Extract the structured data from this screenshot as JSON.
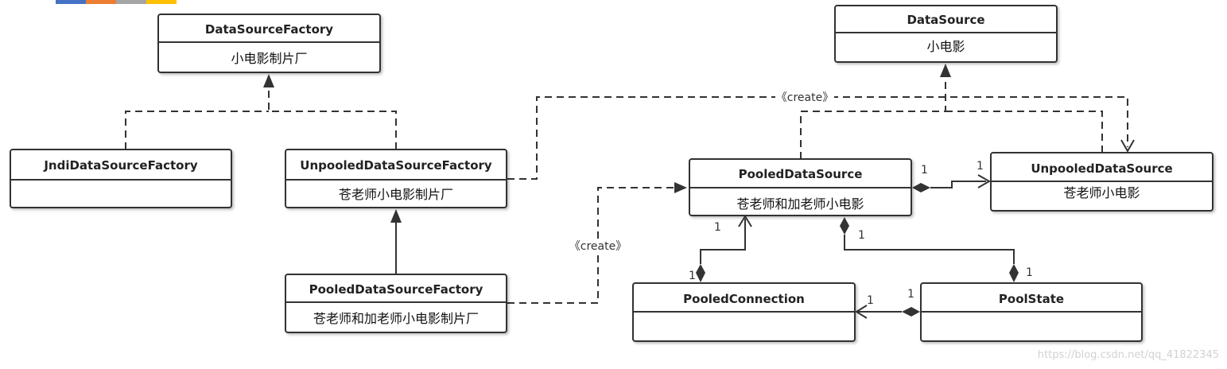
{
  "legend_colors": [
    "#4472c4",
    "#ed7d31",
    "#a5a5a5",
    "#ffc000"
  ],
  "line_color": "#333333",
  "classes": {
    "datasource_factory": {
      "title": "DataSourceFactory",
      "body": "小电影制片厂"
    },
    "jndi_factory": {
      "title": "JndiDataSourceFactory",
      "body": ""
    },
    "unpooled_factory": {
      "title": "UnpooledDataSourceFactory",
      "body": "苍老师小电影制片厂"
    },
    "pooled_factory": {
      "title": "PooledDataSourceFactory",
      "body": "苍老师和加老师小电影制片厂"
    },
    "datasource": {
      "title": "DataSource",
      "body": "小电影"
    },
    "pooled_datasource": {
      "title": "PooledDataSource",
      "body": "苍老师和加老师小电影"
    },
    "unpooled_datasource": {
      "title": "UnpooledDataSource",
      "body": "苍老师小电影"
    },
    "pooled_connection": {
      "title": "PooledConnection",
      "body": ""
    },
    "pool_state": {
      "title": "PoolState",
      "body": ""
    }
  },
  "labels": {
    "create_top": "《create》",
    "create_left": "《create》",
    "mult_pooled_to_unpooled_src": "1",
    "mult_pooled_to_unpooled_dst": "1",
    "mult_pooled_top_left": "1",
    "mult_connection_top": "1",
    "mult_pooled_right": "1",
    "mult_poolstate_top": "1",
    "mult_connection_right": "1",
    "mult_poolstate_left": "1"
  },
  "watermark": "https://blog.csdn.net/qq_41822345"
}
